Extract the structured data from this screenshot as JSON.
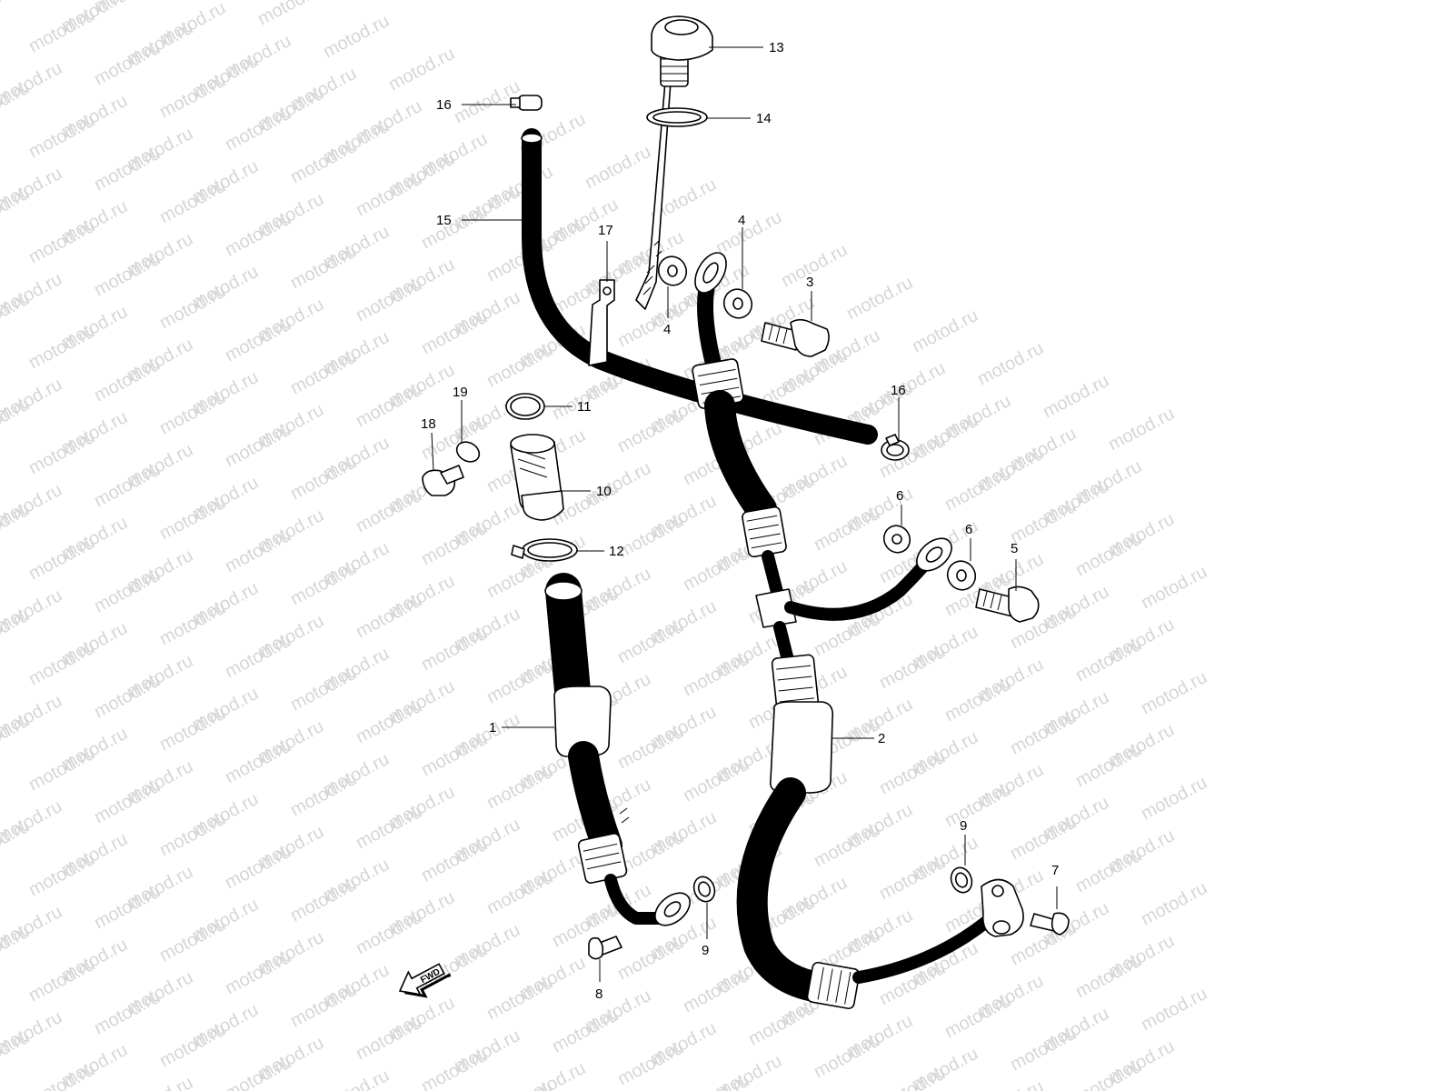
{
  "watermark": {
    "text": "motod.ru"
  },
  "fwd_badge": {
    "label": "FWD"
  },
  "callouts": [
    {
      "id": "c13",
      "label": "13"
    },
    {
      "id": "c16a",
      "label": "16"
    },
    {
      "id": "c14",
      "label": "14"
    },
    {
      "id": "c15",
      "label": "15"
    },
    {
      "id": "c17",
      "label": "17"
    },
    {
      "id": "c4a",
      "label": "4"
    },
    {
      "id": "c4b",
      "label": "4"
    },
    {
      "id": "c3",
      "label": "3"
    },
    {
      "id": "c11",
      "label": "11"
    },
    {
      "id": "c19",
      "label": "19"
    },
    {
      "id": "c18",
      "label": "18"
    },
    {
      "id": "c16b",
      "label": "16"
    },
    {
      "id": "c10",
      "label": "10"
    },
    {
      "id": "c6a",
      "label": "6"
    },
    {
      "id": "c6b",
      "label": "6"
    },
    {
      "id": "c5",
      "label": "5"
    },
    {
      "id": "c12",
      "label": "12"
    },
    {
      "id": "c1",
      "label": "1"
    },
    {
      "id": "c2",
      "label": "2"
    },
    {
      "id": "c9a",
      "label": "9"
    },
    {
      "id": "c7",
      "label": "7"
    },
    {
      "id": "c9b",
      "label": "9"
    },
    {
      "id": "c8",
      "label": "8"
    }
  ]
}
